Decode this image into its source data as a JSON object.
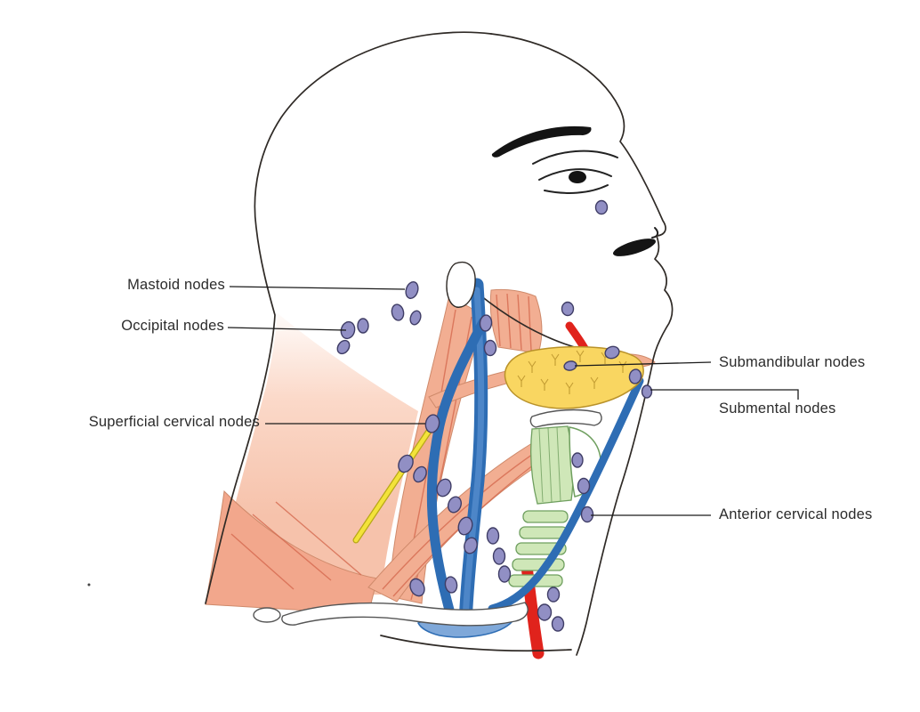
{
  "figure": {
    "description": "Anatomical side-view illustration of the head and neck showing groups of cervical lymph nodes",
    "background": "#ffffff"
  },
  "labels": {
    "mastoid": "Mastoid nodes",
    "occipital": "Occipital nodes",
    "superficial_cervical": "Superficial cervical nodes",
    "submandibular": "Submandibular nodes",
    "submental": "Submental nodes",
    "anterior_cervical": "Anterior cervical nodes"
  },
  "colors": {
    "label_text": "#2b2b2b",
    "leader_line": "#1a1a1a",
    "outline": "#2f2a26",
    "skin_light": "#fbe3d6",
    "skin_mid": "#f6c2ab",
    "muscle": "#f2ae92",
    "muscle_edge": "#cf8a6b",
    "muscle_stripe": "#d4694f",
    "trapezius": "#f2a78c",
    "vein": "#2e6db4",
    "vein_light": "#7fa8d9",
    "artery": "#e0231c",
    "gland": "#f9d661",
    "gland_edge": "#b9922a",
    "nerve": "#f3e33a",
    "nerve_edge": "#b8a818",
    "cartilage": "#cfe7b8",
    "cartilage_edge": "#6f9f5f",
    "bone": "#ffffff",
    "bone_edge": "#555555",
    "node_fill": "#918fc4",
    "node_edge": "#3f3d66"
  }
}
